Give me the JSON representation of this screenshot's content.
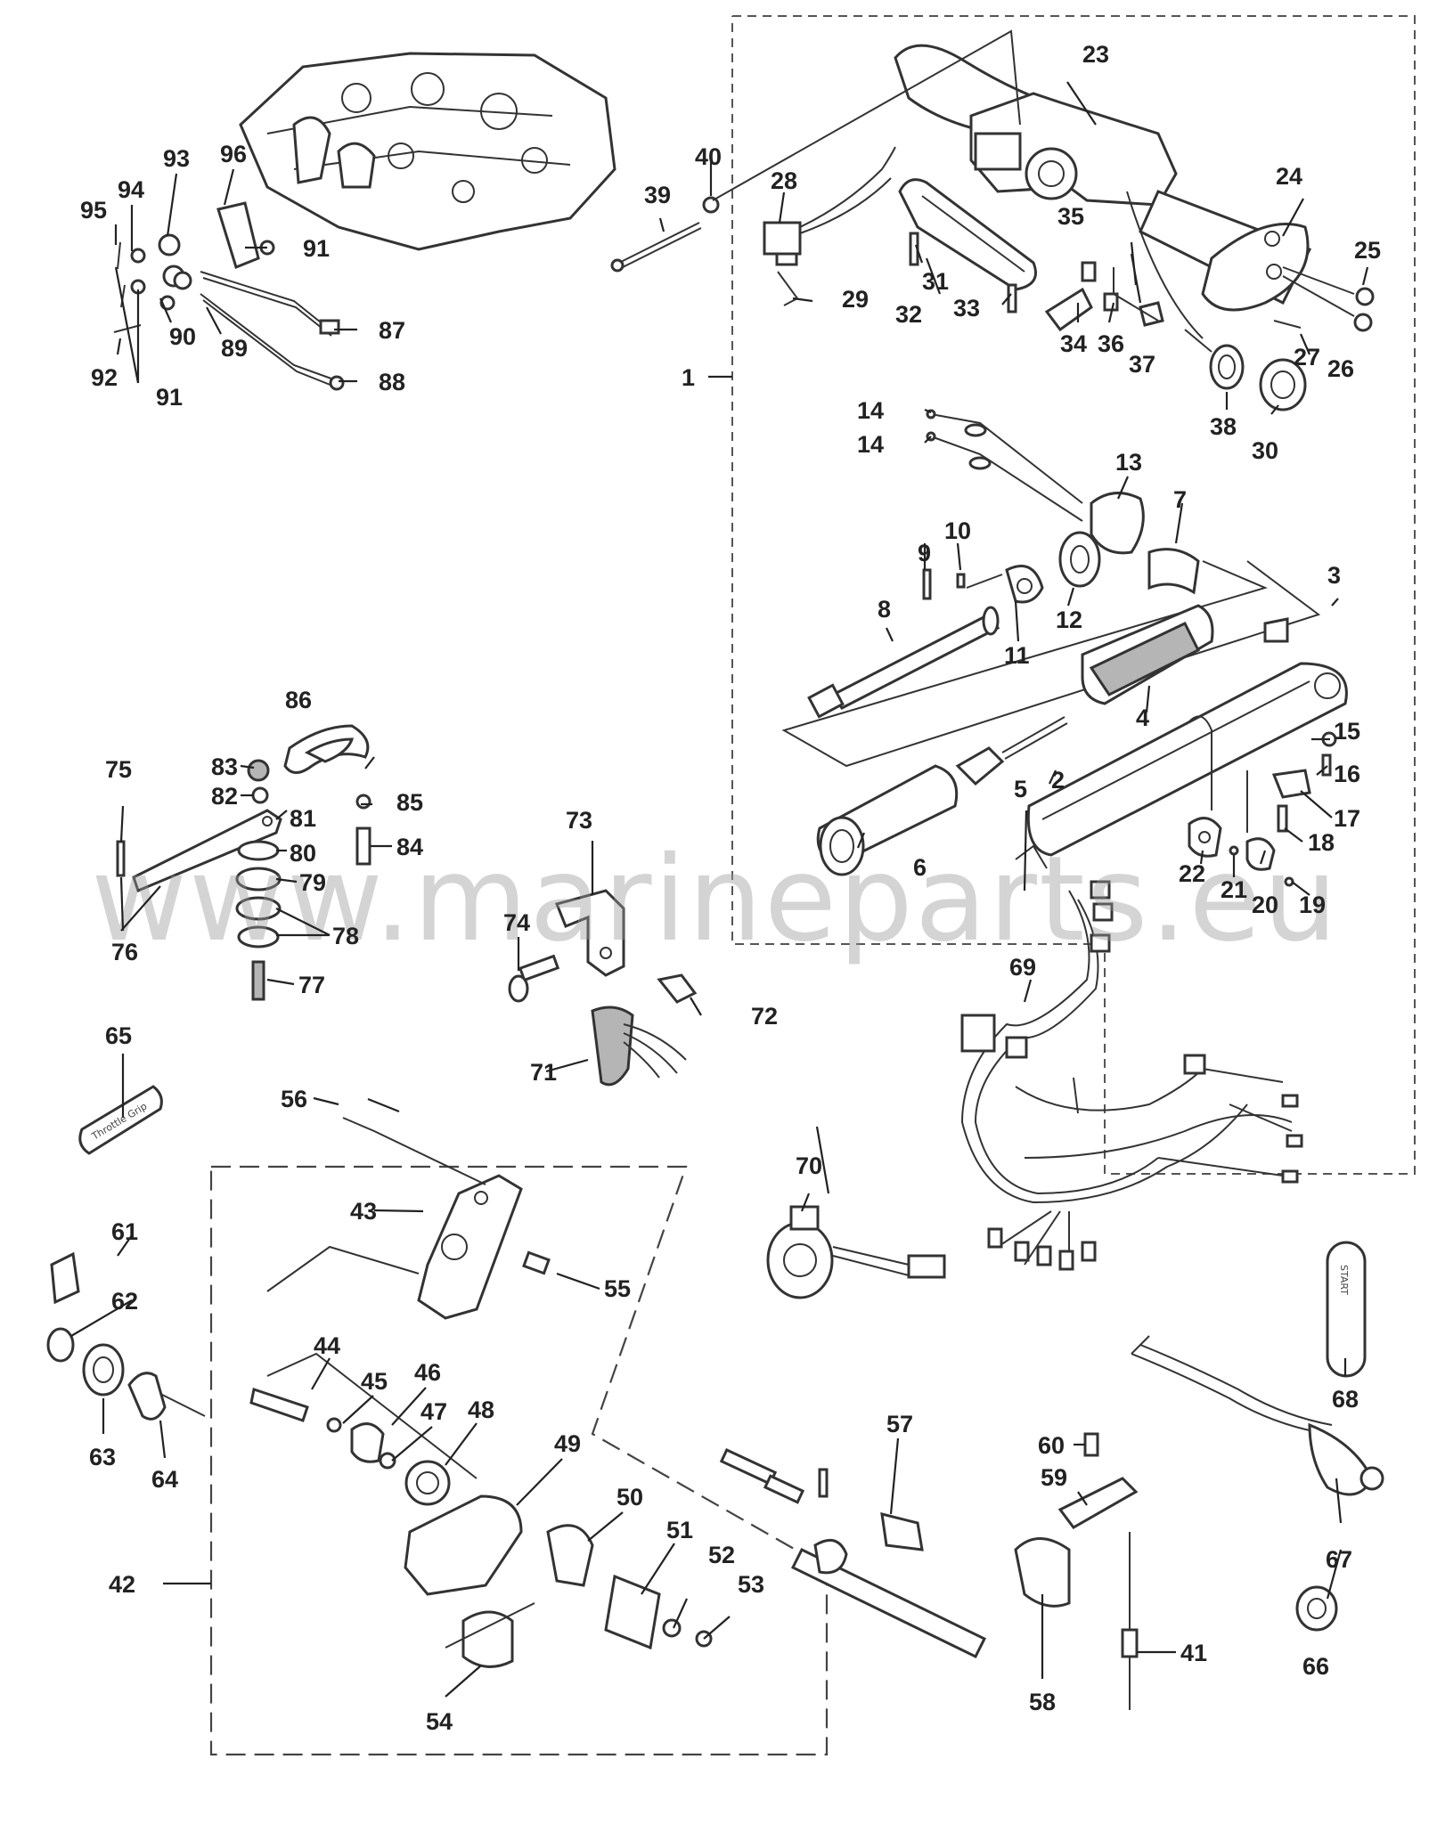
{
  "watermark": "www.marineparts.eu",
  "decals": {
    "throttle_decal": "Throttle Grip",
    "start_decal": "START"
  },
  "part_labels": [
    "1",
    "2",
    "3",
    "4",
    "5",
    "6",
    "7",
    "8",
    "9",
    "10",
    "11",
    "12",
    "13",
    "14",
    "14",
    "15",
    "16",
    "17",
    "18",
    "19",
    "20",
    "21",
    "22",
    "23",
    "24",
    "25",
    "26",
    "27",
    "28",
    "29",
    "30",
    "31",
    "32",
    "33",
    "34",
    "35",
    "36",
    "37",
    "38",
    "39",
    "40",
    "41",
    "42",
    "43",
    "44",
    "45",
    "46",
    "47",
    "48",
    "49",
    "50",
    "51",
    "52",
    "53",
    "54",
    "55",
    "56",
    "57",
    "58",
    "59",
    "60",
    "61",
    "62",
    "63",
    "64",
    "65",
    "66",
    "67",
    "68",
    "69",
    "70",
    "71",
    "72",
    "73",
    "74",
    "75",
    "76",
    "77",
    "78",
    "79",
    "80",
    "81",
    "82",
    "83",
    "84",
    "85",
    "86",
    "87",
    "88",
    "89",
    "90",
    "91",
    "91",
    "92",
    "93",
    "94",
    "95",
    "96"
  ]
}
